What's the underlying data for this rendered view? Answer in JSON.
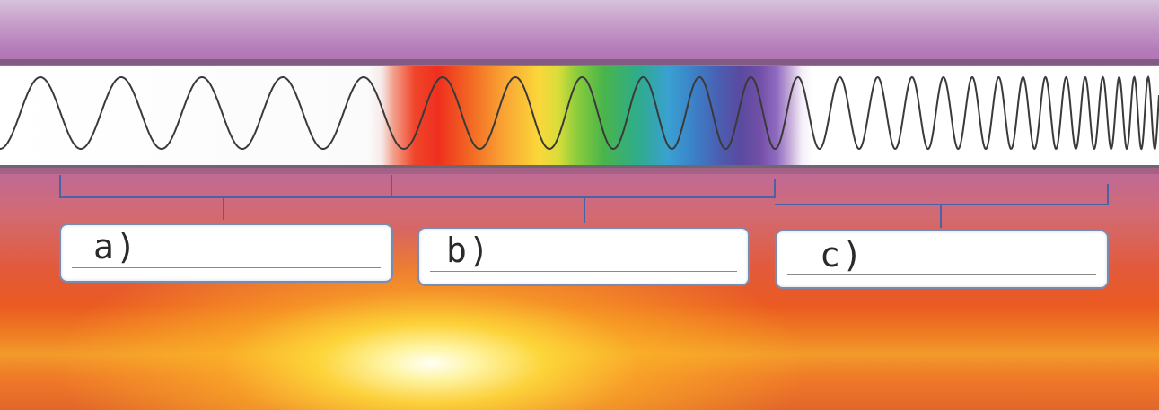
{
  "labels": {
    "a": "a)",
    "b": "b)",
    "c": "c)"
  },
  "colors": {
    "bracket": "#4a63a8",
    "wave": "#3a3a3a",
    "box_border": "#7b8bb0"
  }
}
